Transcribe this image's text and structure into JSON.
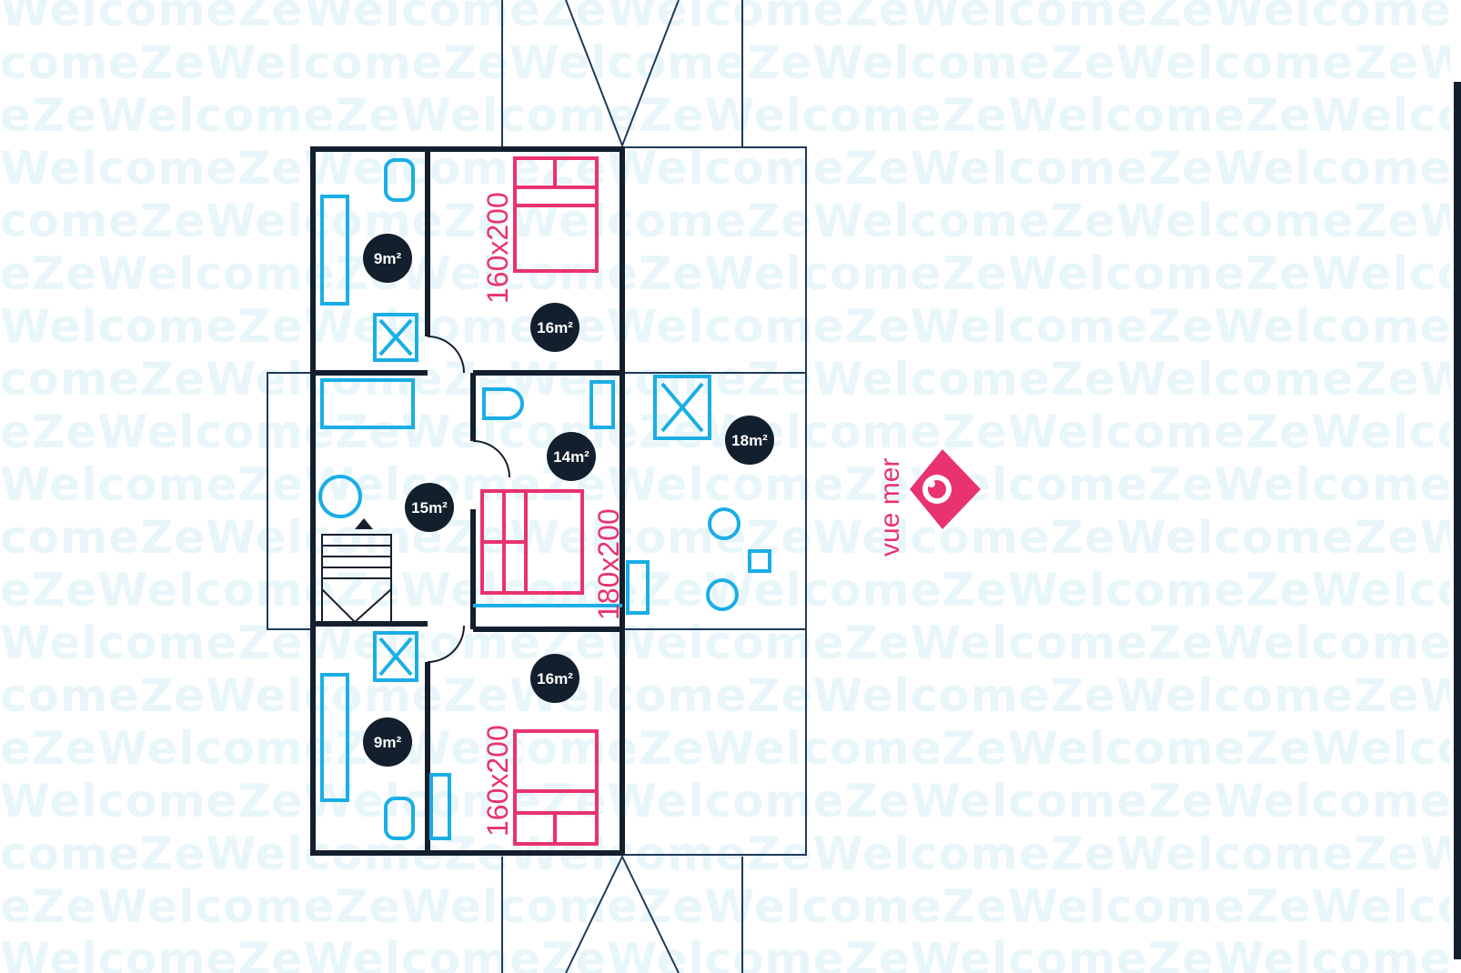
{
  "watermark": {
    "text": "WelcomeZe"
  },
  "rooms": {
    "bath_top": {
      "area": "9m²"
    },
    "bed_top": {
      "area": "16m²",
      "bed": "160x200"
    },
    "hall": {
      "area": "15m²"
    },
    "bed_mid": {
      "area": "14m²",
      "bed": "180x200"
    },
    "living": {
      "area": "18m²"
    },
    "bed_bottom": {
      "area": "16m²",
      "bed": "160x200"
    },
    "bath_bottom": {
      "area": "9m²"
    }
  },
  "view": {
    "label": "vue mer",
    "icon": "eye-icon"
  },
  "colors": {
    "wall": "#141f2e",
    "fixture": "#1aaee6",
    "bed": "#e8336e",
    "badge": "#141f2e",
    "thin_line": "#1f3a5a",
    "watermark": "#e8f6fa"
  }
}
